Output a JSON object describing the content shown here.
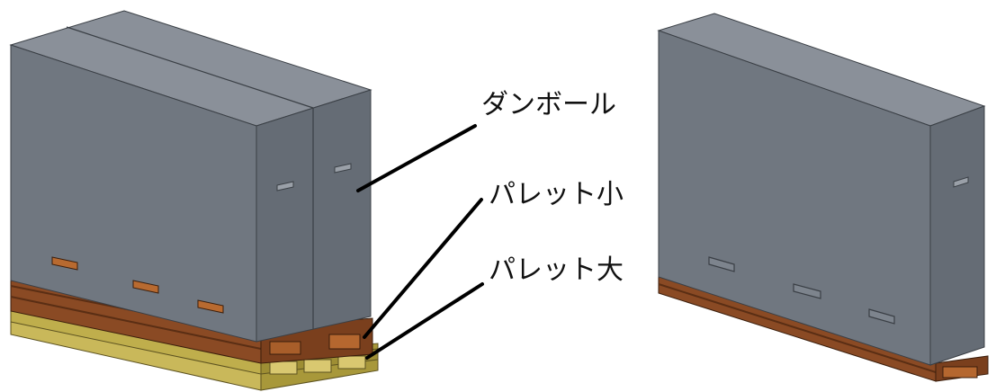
{
  "labels": {
    "cardboard": "ダンボール",
    "pallet_small": "パレット小",
    "pallet_large": "パレット大"
  },
  "colors": {
    "box_front": "#707780",
    "box_side": "#656c75",
    "box_top": "#8a9099",
    "edge": "#3a3f45",
    "pallet_wood": "#8a4a24",
    "pallet_wood_dark": "#5a2e14",
    "pallet_wood_light": "#b5672f",
    "pallet_base": "#a8983a",
    "pallet_base_light": "#c9b85a",
    "handhole": "#b86a30",
    "callout_line": "#000000"
  }
}
